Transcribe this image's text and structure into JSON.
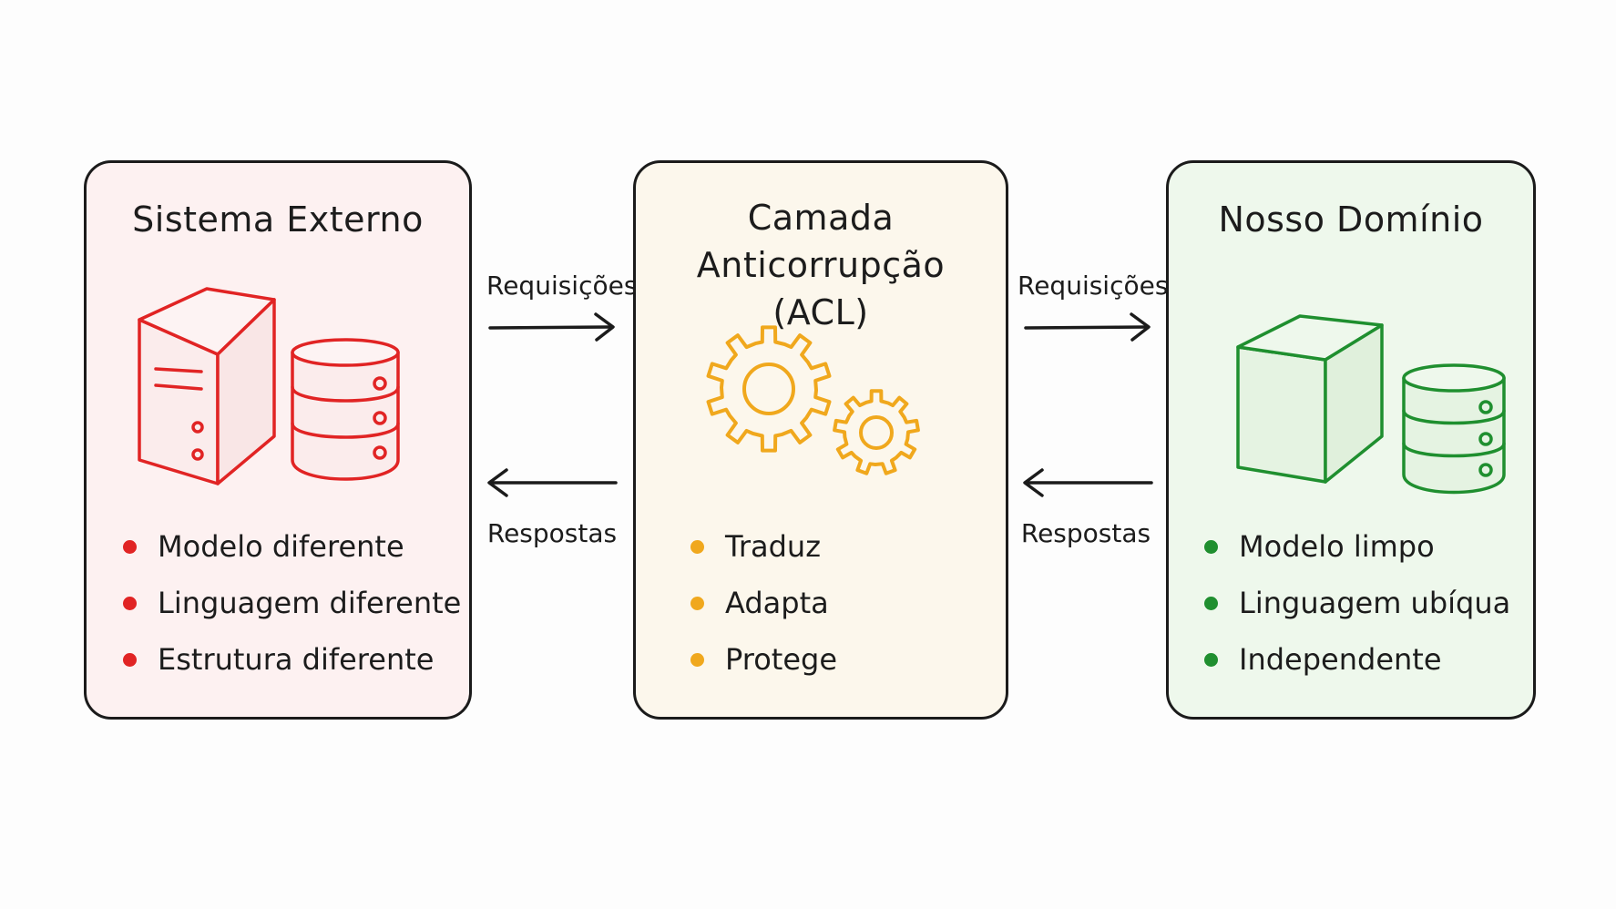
{
  "panels": {
    "external": {
      "title": "Sistema Externo",
      "items": [
        "Modelo diferente",
        "Linguagem diferente",
        "Estrutura diferente"
      ],
      "accent": "#e12424"
    },
    "acl": {
      "title_line1": "Camada Anticorrupção",
      "title_line2": "(ACL)",
      "items": [
        "Traduz",
        "Adapta",
        "Protege"
      ],
      "accent": "#f0a81d"
    },
    "domain": {
      "title": "Nosso Domínio",
      "items": [
        "Modelo limpo",
        "Linguagem ubíqua",
        "Independente"
      ],
      "accent": "#1f8f2f"
    }
  },
  "flows": {
    "left": {
      "request": "Requisições",
      "response": "Respostas"
    },
    "right": {
      "request": "Requisições",
      "response": "Respostas"
    }
  },
  "icons": {
    "external": [
      "server-icon",
      "database-icon"
    ],
    "acl": [
      "gear-icon",
      "gear-small-icon"
    ],
    "domain": [
      "cube-icon",
      "database-icon"
    ]
  }
}
